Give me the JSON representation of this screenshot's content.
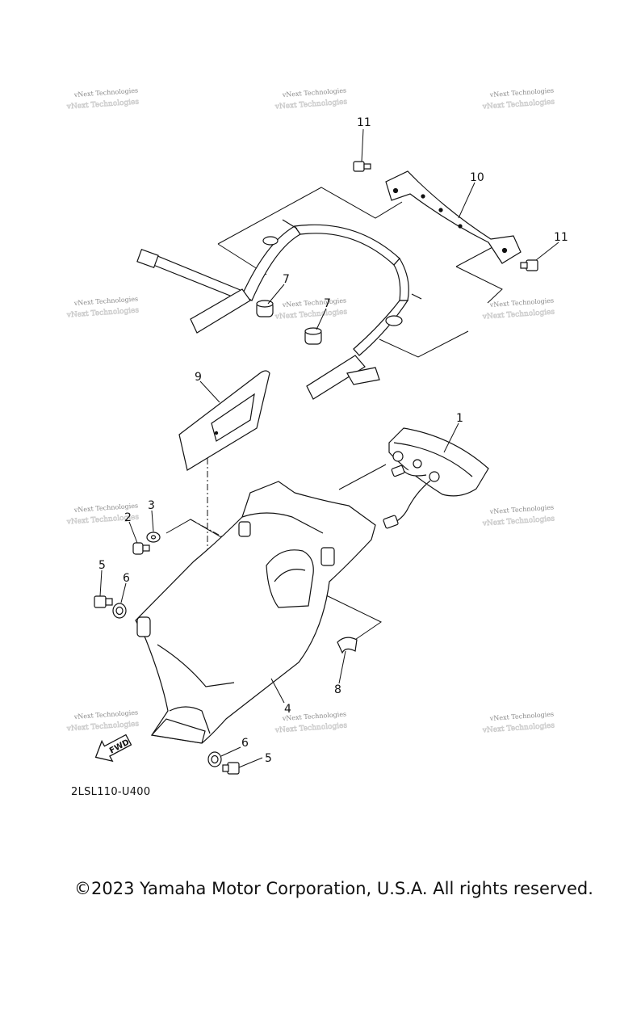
{
  "watermark": {
    "text": "vNext Technologies"
  },
  "callouts": [
    {
      "label": "11"
    },
    {
      "label": "10"
    },
    {
      "label": "11"
    },
    {
      "label": "7"
    },
    {
      "label": "7"
    },
    {
      "label": "9"
    },
    {
      "label": "1"
    },
    {
      "label": "3"
    },
    {
      "label": "2"
    },
    {
      "label": "5"
    },
    {
      "label": "6"
    },
    {
      "label": "8"
    },
    {
      "label": "4"
    },
    {
      "label": "6"
    },
    {
      "label": "5"
    }
  ],
  "fwd_label": "FWD",
  "diagram_code": "2LSL110-U400",
  "copyright": "©2023 Yamaha Motor Corporation, U.S.A. All rights reserved."
}
